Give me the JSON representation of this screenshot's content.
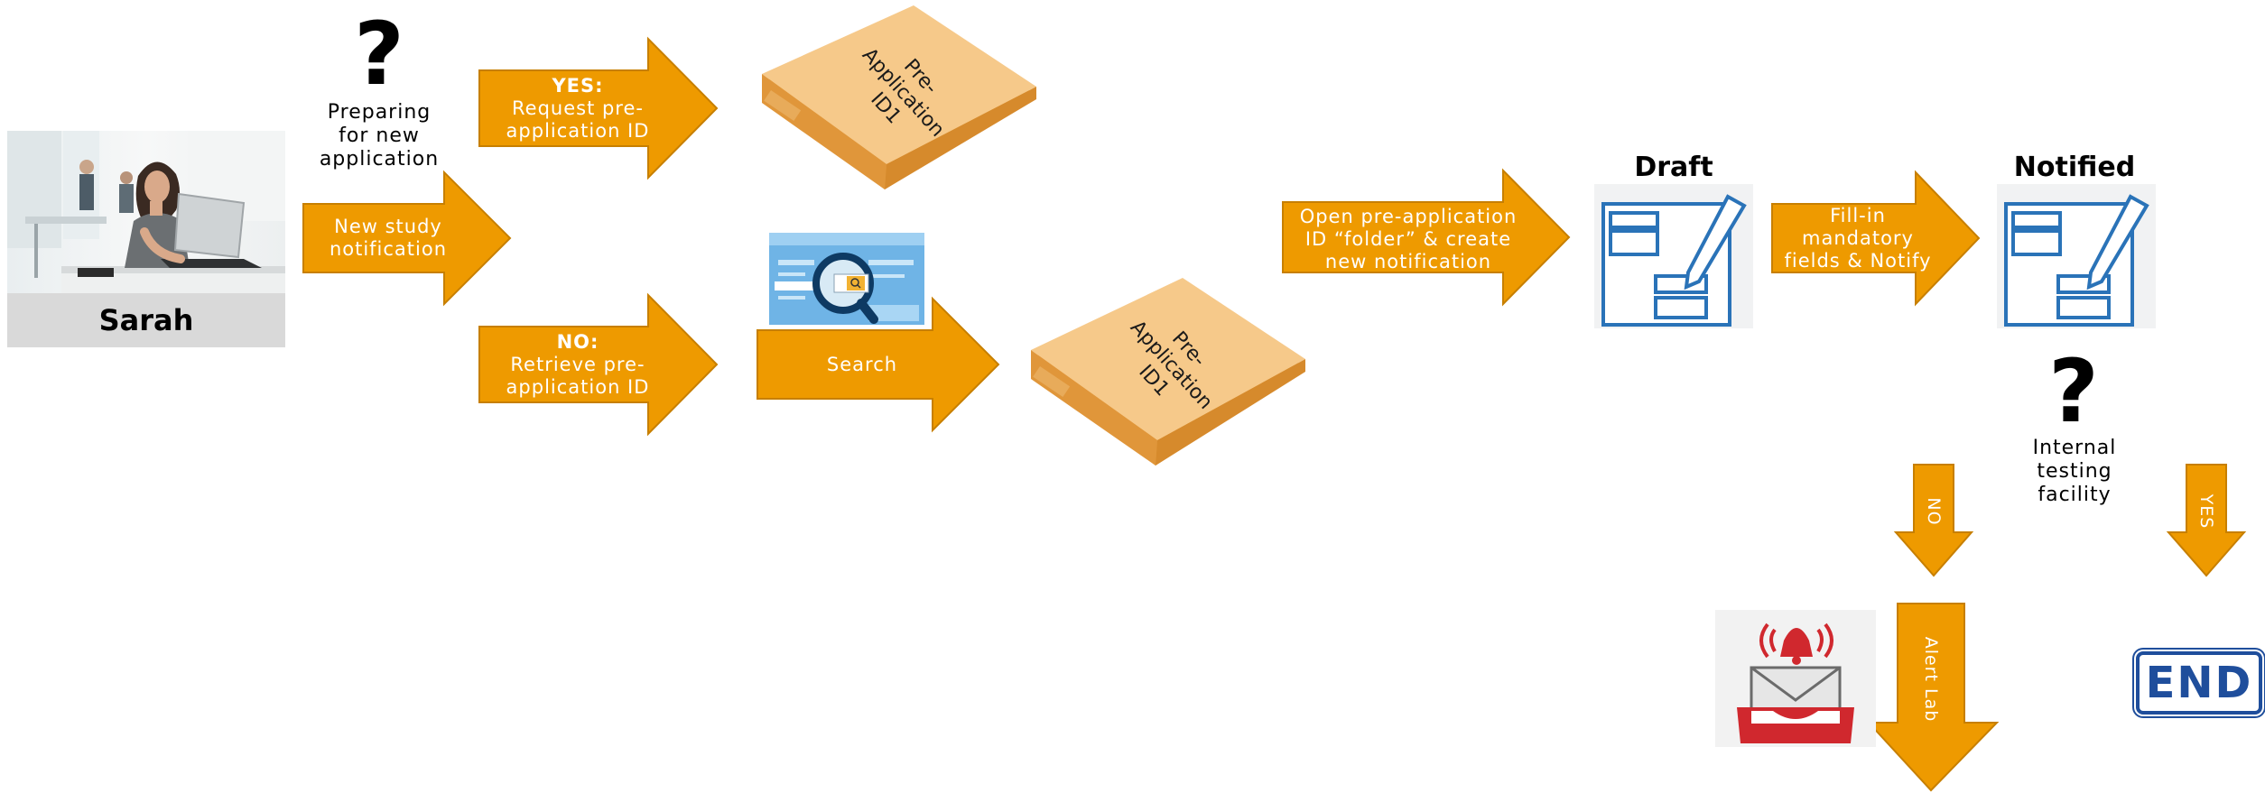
{
  "person": {
    "name": "Sarah",
    "icon": "woman-at-laptop-photo"
  },
  "question_top": {
    "mark": "?",
    "caption_lines": [
      "Preparing",
      "for new",
      "application"
    ]
  },
  "arrows": {
    "new_study": {
      "lines": [
        "New study",
        "notification"
      ]
    },
    "yes_request": {
      "head": "YES:",
      "lines": [
        "Request pre-",
        "application ID"
      ]
    },
    "no_retrieve": {
      "head": "NO:",
      "lines": [
        "Retrieve pre-",
        "application ID"
      ]
    },
    "search": {
      "label": "Search"
    },
    "open_folder": {
      "lines": [
        "Open pre-application",
        "ID “folder” & create",
        "new notification"
      ]
    },
    "fill_in": {
      "lines": [
        "Fill-in",
        "mandatory",
        "fields & Notify"
      ]
    },
    "no_down": {
      "label": "NO"
    },
    "yes_down": {
      "label": "YES"
    },
    "alert_lab": {
      "label": "Alert Lab"
    }
  },
  "folders": {
    "top": {
      "lines": [
        "Pre-",
        "Application",
        "ID1"
      ]
    },
    "bottom": {
      "lines": [
        "Pre-",
        "Application",
        "ID1"
      ]
    }
  },
  "states": {
    "draft": {
      "title": "Draft",
      "icon": "form-edit-icon"
    },
    "notified": {
      "title": "Notified",
      "icon": "form-edit-icon"
    }
  },
  "question_right": {
    "mark": "?",
    "caption_lines": [
      "Internal",
      "testing",
      "facility"
    ]
  },
  "end_sign": {
    "label": "END"
  },
  "alert_icon": {
    "icon": "alert-inbox-icon"
  },
  "search_icon": {
    "icon": "search-magnifier-screenshot"
  },
  "colors": {
    "arrow_fill": "#ee9a00",
    "arrow_stroke": "#c77f00",
    "folder_light": "#f6c98a",
    "folder_dark": "#e5a24a",
    "form_blue": "#2a73b8",
    "end_blue": "#1f4e9c",
    "alert_red": "#d0282e"
  }
}
